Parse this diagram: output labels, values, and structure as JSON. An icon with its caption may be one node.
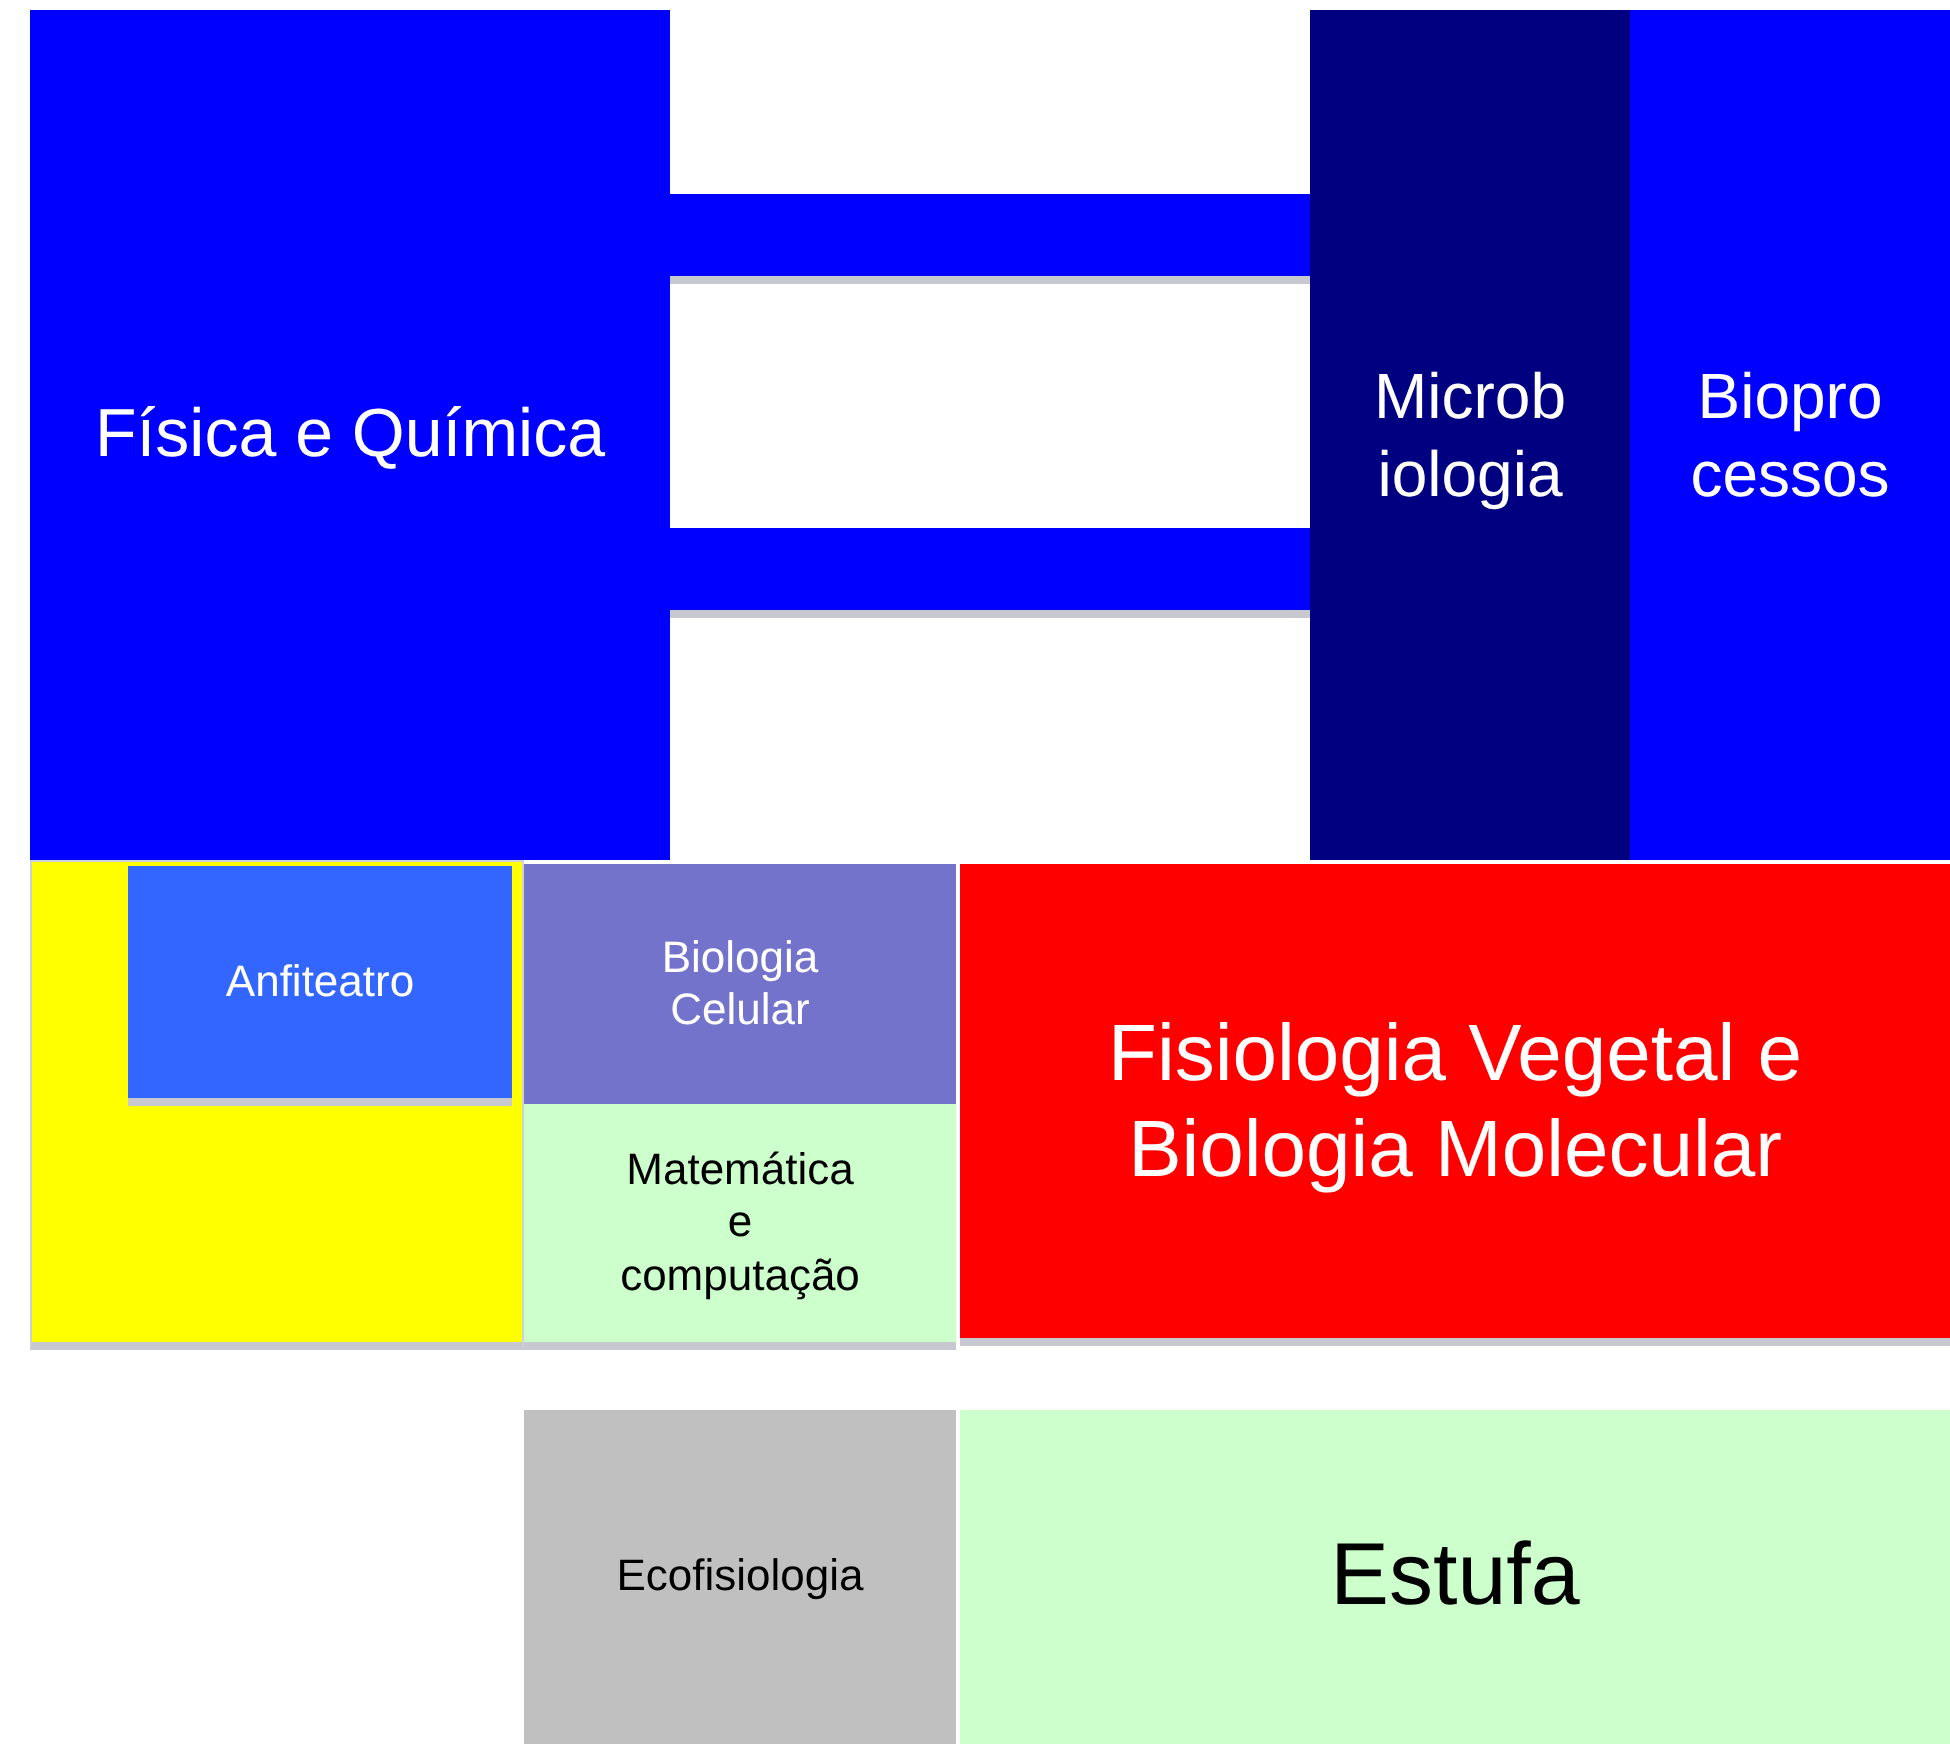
{
  "diagram": {
    "nodes": [
      {
        "text": [
          "Física e Química"
        ]
      },
      {
        "text": [],
        "shape": "bar"
      },
      {
        "text": [],
        "shape": "bar"
      },
      {
        "text": [
          "Microb iologia"
        ]
      },
      {
        "text": [
          "Biopro cessos"
        ]
      },
      {
        "text": [],
        "shape": "box"
      },
      {
        "text": [
          "Anfiteatro"
        ],
        "in": 5
      },
      {
        "text": [
          "Biologia Celular"
        ]
      },
      {
        "text": [
          "Matemática e computação"
        ]
      },
      {
        "text": [
          "Fisiologia Vegetal e Biologia Molecular"
        ]
      },
      {
        "text": [
          "Ecofisiologia"
        ]
      },
      {
        "text": [
          "Estufa"
        ]
      }
    ]
  }
}
